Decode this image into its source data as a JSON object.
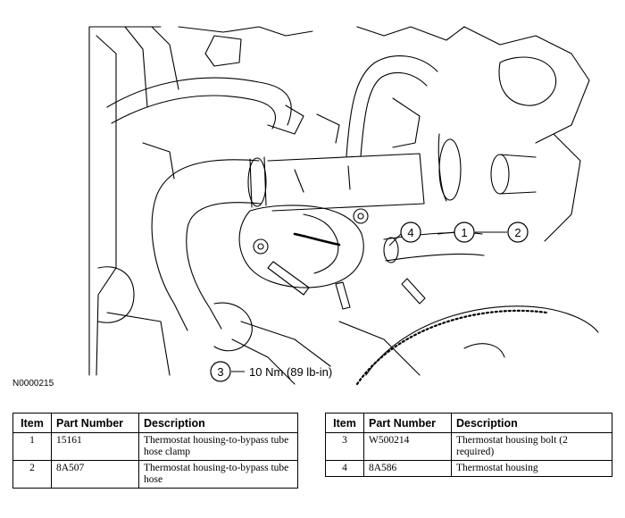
{
  "figure": {
    "id": "N0000215",
    "torque_spec": "10 Nm (89 lb-in)",
    "callouts": [
      "1",
      "2",
      "3",
      "4"
    ]
  },
  "table": {
    "headers": [
      "Item",
      "Part Number",
      "Description"
    ],
    "left_rows": [
      {
        "item": "1",
        "part_number": "15161",
        "description": "Thermostat housing-to-bypass tube hose clamp"
      },
      {
        "item": "2",
        "part_number": "8A507",
        "description": "Thermostat housing-to-bypass tube hose"
      }
    ],
    "right_rows": [
      {
        "item": "3",
        "part_number": "W500214",
        "description": "Thermostat housing bolt (2 required)"
      },
      {
        "item": "4",
        "part_number": "8A586",
        "description": "Thermostat housing"
      }
    ]
  }
}
